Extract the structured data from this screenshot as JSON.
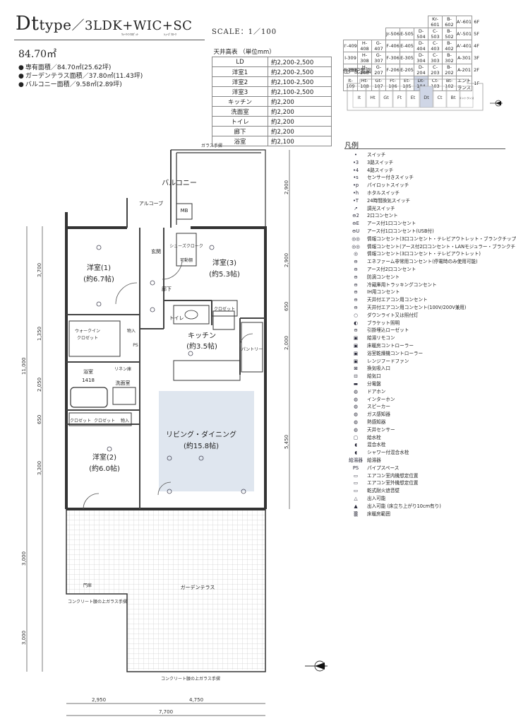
{
  "header": {
    "type_main": "Dt",
    "type_suffix": "type",
    "layout": "／3LDK+WIC+SC",
    "wic_note": "ｳｫｰｸｲﾝｸﾛｾﾞｯﾄ",
    "sc_note": "ｼｭｰｽﾞｸﾛｰｸ",
    "scale": "SCALE：1／100",
    "area_total": "84.70㎡"
  },
  "areas": [
    "専有面積／84.70㎡(25.62坪)",
    "ガーデンテラス面積／37.80㎡(11.43坪)",
    "バルコニー面積／9.58㎡(2.89坪)"
  ],
  "ceiling_table": {
    "caption": "天井高表 （単位mm）",
    "rows": [
      {
        "room": "LD",
        "height": "約2,200-2,500"
      },
      {
        "room": "洋室1",
        "height": "約2,200-2,500"
      },
      {
        "room": "洋室2",
        "height": "約2,100-2,500"
      },
      {
        "room": "洋室3",
        "height": "約2,100-2,500"
      },
      {
        "room": "キッチン",
        "height": "約2,200"
      },
      {
        "room": "洗面室",
        "height": "約2,200"
      },
      {
        "room": "トイレ",
        "height": "約2,200"
      },
      {
        "room": "廊下",
        "height": "約2,200"
      },
      {
        "room": "浴室",
        "height": "約2,100"
      }
    ]
  },
  "building_table": {
    "rows": [
      {
        "floor": "6F",
        "cells": [
          "",
          "",
          "",
          "",
          "",
          "",
          "Kr-601",
          "B-602",
          "A'-601"
        ]
      },
      {
        "floor": "5F",
        "cells": [
          "",
          "",
          "",
          "Jr-506",
          "E-505",
          "D-504",
          "C-503",
          "B-502",
          "A'-501"
        ]
      },
      {
        "floor": "4F",
        "cells": [
          "I'-409",
          "H-408",
          "G-407",
          "F-406",
          "E-405",
          "D-404",
          "C-403",
          "B-402",
          "A'-401"
        ]
      },
      {
        "floor": "3F",
        "cells": [
          "I-309",
          "H-308",
          "G-307",
          "F-306",
          "E-305",
          "D-304",
          "C-303",
          "B-302",
          "A-301"
        ]
      },
      {
        "floor": "2F",
        "cells": [
          "I-209",
          "H-208",
          "G-207",
          "F-206",
          "E-205",
          "D-204",
          "C-203",
          "B-202",
          "A-201"
        ]
      },
      {
        "floor": "1F",
        "cells": [
          "It-109",
          "Ht-108",
          "Gt-107",
          "Ft-106",
          "Et-105",
          "Dt-104",
          "Ct-103",
          "Bt-102",
          "エントランス"
        ]
      }
    ],
    "highlight": "Dt-104"
  },
  "layout_map": {
    "title": "住戸配置図",
    "units": [
      "It",
      "Ht",
      "Gt",
      "Ft",
      "Et",
      "Dt",
      "Ct",
      "Bt",
      "エントランス"
    ],
    "highlight": "Dt"
  },
  "rooms": {
    "balcony": "バルコニー",
    "alcove": "アルコーブ",
    "mb": "MB",
    "entrance": "玄関",
    "shoes_cloak": "シューズクローク",
    "usable_shelf": "可動棚",
    "room1": "洋室(1)",
    "room1_size": "(約6.7帖)",
    "room3": "洋室(3)",
    "room3_size": "(約5.3帖)",
    "hallway": "廊下",
    "toilet": "トイレ",
    "kitchen": "キッチン",
    "kitchen_size": "(約3.5帖)",
    "pantry": "パントリー",
    "walkin": "ウォークイン",
    "closet": "クロゼット",
    "storage": "物入",
    "ps": "PS",
    "linen": "リネン庫",
    "bath": "浴室",
    "bath_size": "1418",
    "washroom": "洗面室",
    "living": "リビング・ダイニング",
    "living_size": "(約15.8帖)",
    "room2": "洋室(2)",
    "room2_size": "(約6.0帖)",
    "garden": "ガーデンテラス",
    "glass_rail": "ガラス手摺",
    "concrete_rail": "コンクリート腰の上ガラス手摺",
    "gate": "門扉"
  },
  "dimensions": {
    "left": [
      "11,000",
      "3,700",
      "1,350",
      "2,050",
      "650",
      "3,300",
      "3,000",
      "3,000"
    ],
    "right_upper": [
      "2,900",
      "2,900",
      "650",
      "2,000",
      "5,450"
    ],
    "bottom": [
      "2,950",
      "4,750",
      "7,700"
    ]
  },
  "legend": {
    "title": "凡例",
    "items": [
      {
        "sym": "•",
        "label": "スイッチ"
      },
      {
        "sym": "•3",
        "label": "3路スイッチ"
      },
      {
        "sym": "•4",
        "label": "4路スイッチ"
      },
      {
        "sym": "•s",
        "label": "センサー付きスイッチ"
      },
      {
        "sym": "•p",
        "label": "パイロットスイッチ"
      },
      {
        "sym": "•h",
        "label": "ホタルスイッチ"
      },
      {
        "sym": "•T",
        "label": "24時間換気スイッチ"
      },
      {
        "sym": "↗",
        "label": "調光スイッチ"
      },
      {
        "sym": "⊖2",
        "label": "2口コンセント"
      },
      {
        "sym": "⊖E",
        "label": "アース付1口コンセント"
      },
      {
        "sym": "⊖U",
        "label": "アース付1口コンセント(USB付)"
      },
      {
        "sym": "◎◎",
        "label": "情報コンセント(3口コンセント・テレビアウトレット・ブランクチップ)"
      },
      {
        "sym": "◎◎",
        "label": "情報コンセント(アース付2口コンセント・LANモジュラー・ブランクチップ)"
      },
      {
        "sym": "◎",
        "label": "情報コンセント(3口コンセント・テレビアウトレット)"
      },
      {
        "sym": "⊖",
        "label": "エネファーム非常用コンセント(停電時のみ使用可能)"
      },
      {
        "sym": "⊖",
        "label": "アース付2口コンセント"
      },
      {
        "sym": "⊖",
        "label": "防滴コンセント"
      },
      {
        "sym": "⊖",
        "label": "冷蔵庫用トラッキングコンセント"
      },
      {
        "sym": "⊖",
        "label": "IH用コンセント"
      },
      {
        "sym": "⊖",
        "label": "天井付エアコン用コンセント"
      },
      {
        "sym": "⊖",
        "label": "天井付エアコン用コンセント(100V/200V兼用)"
      },
      {
        "sym": "○",
        "label": "ダウンライト又は照付灯"
      },
      {
        "sym": "◐",
        "label": "ブラケット照明"
      },
      {
        "sym": "⊖",
        "label": "引掛埋込ローゼット"
      },
      {
        "sym": "▣",
        "label": "給湯リモコン"
      },
      {
        "sym": "▣",
        "label": "床暖房コントローラー"
      },
      {
        "sym": "▣",
        "label": "浴室乾燥機コントローラー"
      },
      {
        "sym": "▣",
        "label": "レンジフードファン"
      },
      {
        "sym": "⊠",
        "label": "換気吸入口"
      },
      {
        "sym": "⊡",
        "label": "給気口"
      },
      {
        "sym": "▬",
        "label": "分電盤"
      },
      {
        "sym": "◍",
        "label": "ドアホン"
      },
      {
        "sym": "◍",
        "label": "インターホン"
      },
      {
        "sym": "◍",
        "label": "スピーカー"
      },
      {
        "sym": "◍",
        "label": "ガス感知器"
      },
      {
        "sym": "◍",
        "label": "熱感知器"
      },
      {
        "sym": "◍",
        "label": "天井センサー"
      },
      {
        "sym": "▢",
        "label": "給水栓"
      },
      {
        "sym": "◖",
        "label": "混合水栓"
      },
      {
        "sym": "◖",
        "label": "シャワー付混合水栓"
      },
      {
        "sym": "給湯器",
        "label": "給湯器"
      },
      {
        "sym": "PS",
        "label": "パイプスペース"
      },
      {
        "sym": "▭",
        "label": "エアコン室内機想定位置"
      },
      {
        "sym": "▭",
        "label": "エアコン室外機想定位置"
      },
      {
        "sym": "▭",
        "label": "乾式耐火遮音壁"
      },
      {
        "sym": "△",
        "label": "出入可能"
      },
      {
        "sym": "▲",
        "label": "出入可能 (床立ち上がり10cm有り)"
      },
      {
        "sym": "▒",
        "label": "床暖房範囲"
      }
    ]
  }
}
